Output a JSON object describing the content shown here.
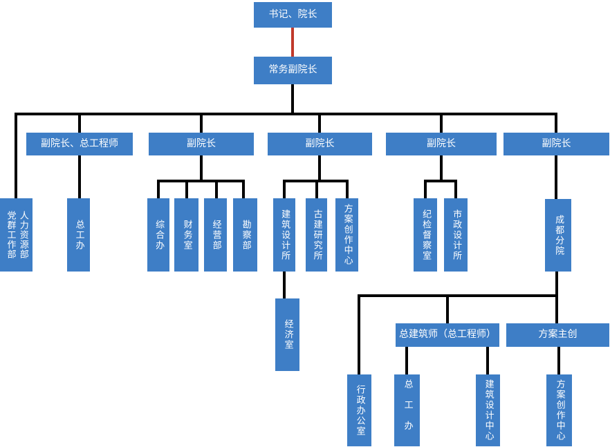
{
  "diagram": {
    "type": "org-chart",
    "colors": {
      "box": "#3E7EC6",
      "connector": "#000000",
      "special_connector": "#C0392B",
      "text": "#FFFFFF"
    },
    "nodes": {
      "president": "书记、院长",
      "exec_vp": "常务副院长",
      "vp_chief_engineer": "副院长、总工程师",
      "vp2": "副院长",
      "vp3": "副院长",
      "vp4": "副院长",
      "vp5": "副院长",
      "party_mass_dept": "党群工作部",
      "hr_dept": "人力资源部",
      "chief_eng_office": "总工办",
      "general_office": "综合办",
      "finance_office": "财务室",
      "operations_dept": "经营部",
      "survey_dept": "勘察部",
      "arch_design_institute": "建筑设计所",
      "ancient_arch_institute": "古建研究所",
      "concept_creation_center": "方案创作中心",
      "discipline_inspection_office": "纪检督察室",
      "municipal_design_institute": "市政设计所",
      "chengdu_branch": "成都分院",
      "economy_office": "经济室",
      "chief_architect": "总建筑师（总工程师）",
      "concept_lead": "方案主创",
      "admin_office": "行政办公室",
      "branch_chief_eng_office": "总工办",
      "arch_design_center": "建筑设计中心",
      "branch_concept_creation_center": "方案创作中心"
    }
  }
}
